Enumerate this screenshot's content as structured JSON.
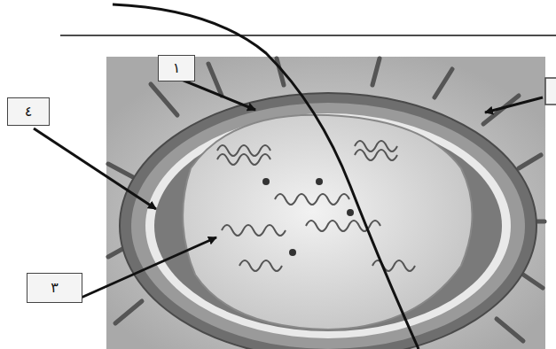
{
  "diagram": {
    "labels": [
      "١",
      "٤",
      "٣"
    ]
  }
}
